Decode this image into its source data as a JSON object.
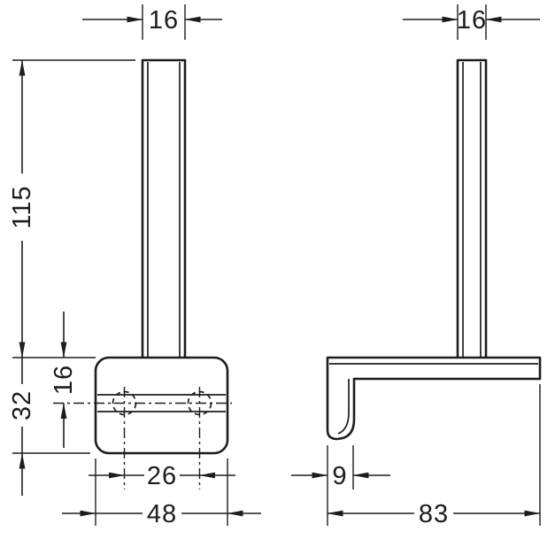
{
  "colors": {
    "line": "#1d1d1b",
    "background": "#ffffff"
  },
  "front_view": {
    "dim_bar_width": "16",
    "dim_height": "115",
    "dim_body_height": "32",
    "dim_hole_offset": "16",
    "dim_hole_spacing": "26",
    "dim_body_width": "48"
  },
  "side_view": {
    "dim_bar_width": "16",
    "dim_hook_depth": "9",
    "dim_depth": "83"
  }
}
